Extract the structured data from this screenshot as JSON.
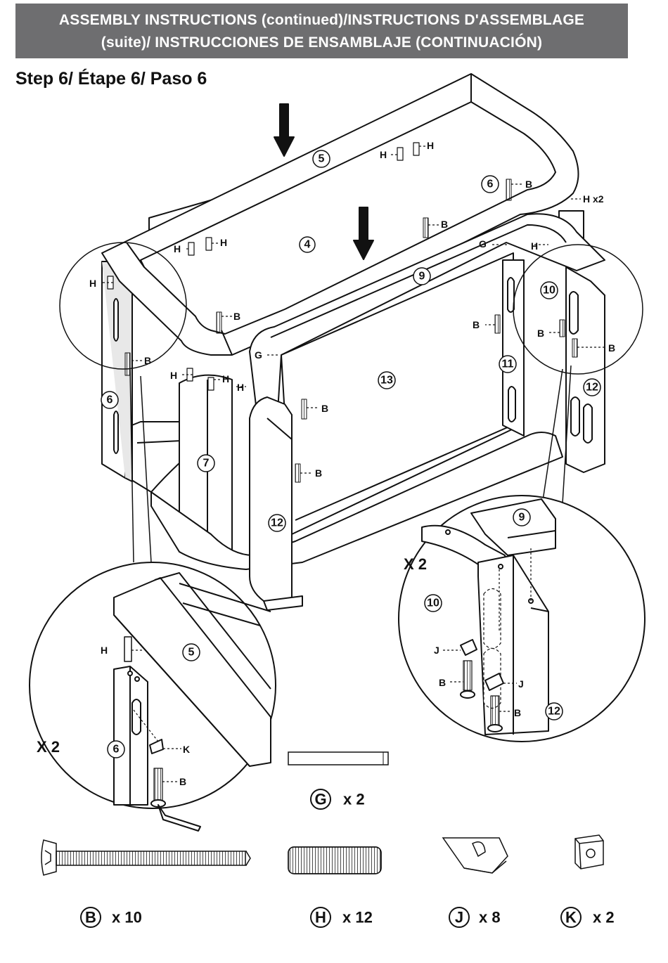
{
  "header": {
    "line1": "ASSEMBLY INSTRUCTIONS (continued)/INSTRUCTIONS D'ASSEMBLAGE",
    "line2": "(suite)/ INSTRUCCIONES DE ENSAMBLAJE (CONTINUACIÓN)"
  },
  "step_title": "Step 6/ Étape 6/ Paso 6",
  "part_numbers": [
    "4",
    "5",
    "6",
    "7",
    "9",
    "10",
    "11",
    "12",
    "13"
  ],
  "hardware_labels": {
    "B": "B",
    "G": "G",
    "H": "H",
    "J": "J",
    "K": "K",
    "h_x2": "H x2"
  },
  "detail_left": {
    "multiplier": "X 2",
    "part_5": "5",
    "part_6": "6",
    "label_h": "H",
    "label_k": "K",
    "label_b": "B"
  },
  "detail_right": {
    "multiplier": "X 2",
    "part_9": "9",
    "part_10": "10",
    "part_12": "12",
    "label_j": "J",
    "label_b": "B"
  },
  "legend": [
    {
      "letter": "G",
      "qty": "x 2"
    },
    {
      "letter": "B",
      "qty": "x 10"
    },
    {
      "letter": "H",
      "qty": "x 12"
    },
    {
      "letter": "J",
      "qty": "x 8"
    },
    {
      "letter": "K",
      "qty": "x 2"
    }
  ],
  "colors": {
    "header_bg": "#6e6e70",
    "header_text": "#ffffff",
    "line": "#111111",
    "panel_fill": "#ffffff",
    "shade": "#dcdcdc"
  }
}
